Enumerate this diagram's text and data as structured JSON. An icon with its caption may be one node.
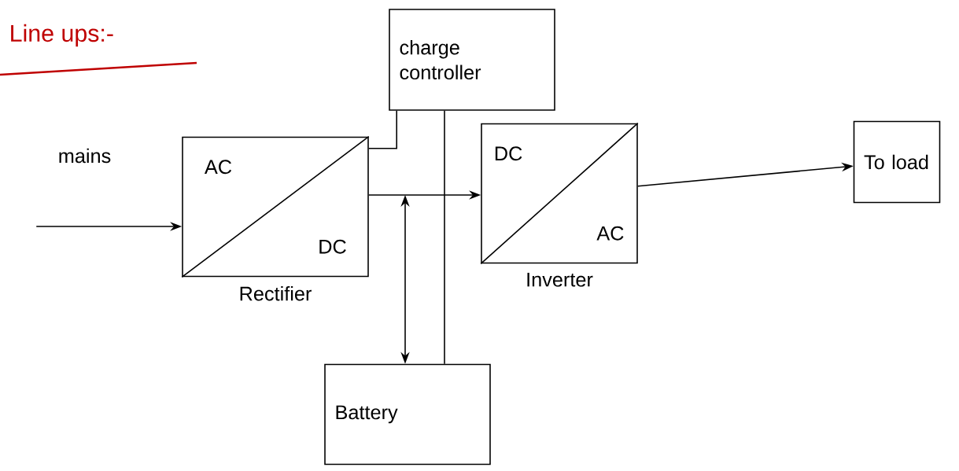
{
  "diagram": {
    "title": "Line ups:-",
    "nodes": [
      {
        "text": [
          "charge controller"
        ]
      },
      {
        "text": [
          "AC",
          "DC"
        ],
        "beside": [
          "Rectifier"
        ]
      },
      {
        "text": [
          "DC",
          "AC"
        ],
        "beside": [
          "Inverter"
        ]
      },
      {
        "text": [
          "To load"
        ]
      },
      {
        "text": [
          "Battery"
        ]
      }
    ],
    "edges": [
      {
        "from": null,
        "to": 1,
        "arrow": "to",
        "label": "mains"
      },
      {
        "from": 1,
        "to": 0,
        "arrow": "none"
      },
      {
        "from": 1,
        "to": 2,
        "arrow": "to"
      },
      {
        "from": 1,
        "to": 4,
        "arrow": "both"
      },
      {
        "from": 0,
        "to": 4,
        "arrow": "none"
      },
      {
        "from": 2,
        "to": 3,
        "arrow": "to"
      }
    ]
  }
}
